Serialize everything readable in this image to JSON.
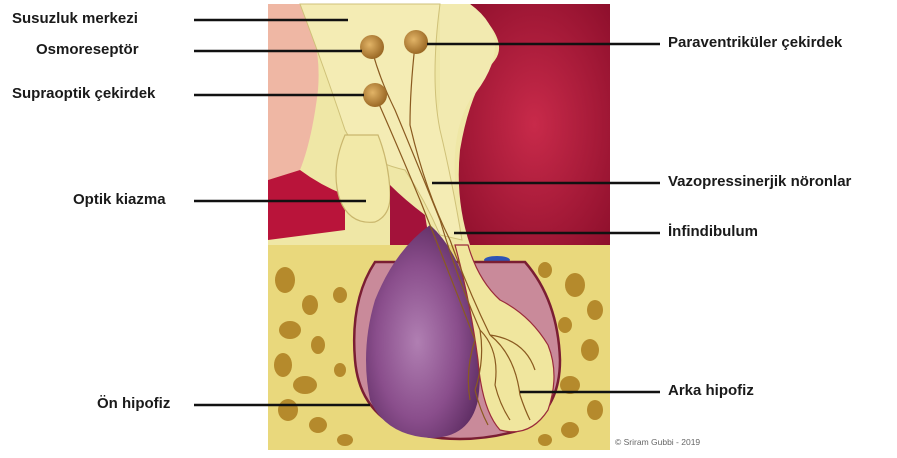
{
  "labels": {
    "susuzluk": "Susuzluk merkezi",
    "osmoreseptor": "Osmoreseptör",
    "supraoptik": "Supraoptik çekirdek",
    "optik": "Optik kiazma",
    "on_hipofiz": "Ön hipofiz",
    "paraventrikuler": "Paraventriküler çekirdek",
    "vazopressin": "Vazopressinerjik nöronlar",
    "infindibulum": "İnfindibulum",
    "arka_hipofiz": "Arka hipofiz"
  },
  "credit": "© Sriram Gubbi - 2019",
  "colors": {
    "tissue_yellow": "#efe7a6",
    "dark_red": "#b0173a",
    "bone_yellow": "#e8d77a",
    "bone_hole": "#b8902e",
    "anterior_purple": "#8a4e8c",
    "pink": "#f0b9a8",
    "nucleus": "#c08a3e",
    "line": "#111111"
  }
}
